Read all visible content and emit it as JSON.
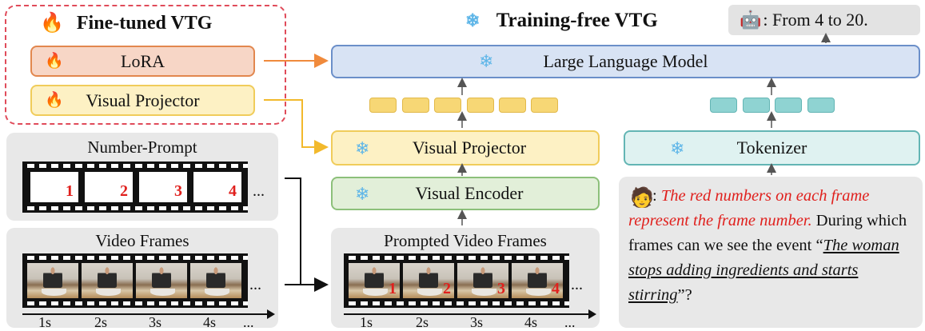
{
  "finetuned": {
    "title": "Fine-tuned VTG",
    "lora_label": "LoRA",
    "projector_label": "Visual Projector",
    "fire_icon": "🔥"
  },
  "trainingfree": {
    "title": "Training-free VTG",
    "snow_icon": "❄"
  },
  "answer": {
    "robot_icon": "🤖",
    "text": ": From 4 to 20."
  },
  "llm_label": "Large Language Model",
  "visual_projector_label": "Visual Projector",
  "visual_encoder_label": "Visual Encoder",
  "tokenizer_label": "Tokenizer",
  "number_prompt": {
    "title": "Number-Prompt",
    "numbers": [
      "1",
      "2",
      "3",
      "4"
    ],
    "ellipsis": "..."
  },
  "video_frames": {
    "title": "Video Frames",
    "ticks": [
      "1s",
      "2s",
      "3s",
      "4s",
      "..."
    ],
    "ellipsis": "..."
  },
  "prompted_frames": {
    "title": "Prompted Video Frames",
    "numbers": [
      "1",
      "2",
      "3",
      "4"
    ],
    "ticks": [
      "1s",
      "2s",
      "3s",
      "4s",
      "..."
    ],
    "ellipsis": "..."
  },
  "question": {
    "user_icon": "🧑",
    "prefix": ":",
    "red_text": "The red numbers on each frame represent the frame number.",
    "text1": "During which frames can we see the event “",
    "underlined": "The woman stops adding ingredients and starts stirring",
    "text2": "”?"
  },
  "colors": {
    "orange": "#f08a3c",
    "yellow": "#f5c542",
    "blue": "#6b8fc9",
    "green": "#8cc07a",
    "teal": "#5fb3b3",
    "red_dash": "#e04b5a"
  }
}
